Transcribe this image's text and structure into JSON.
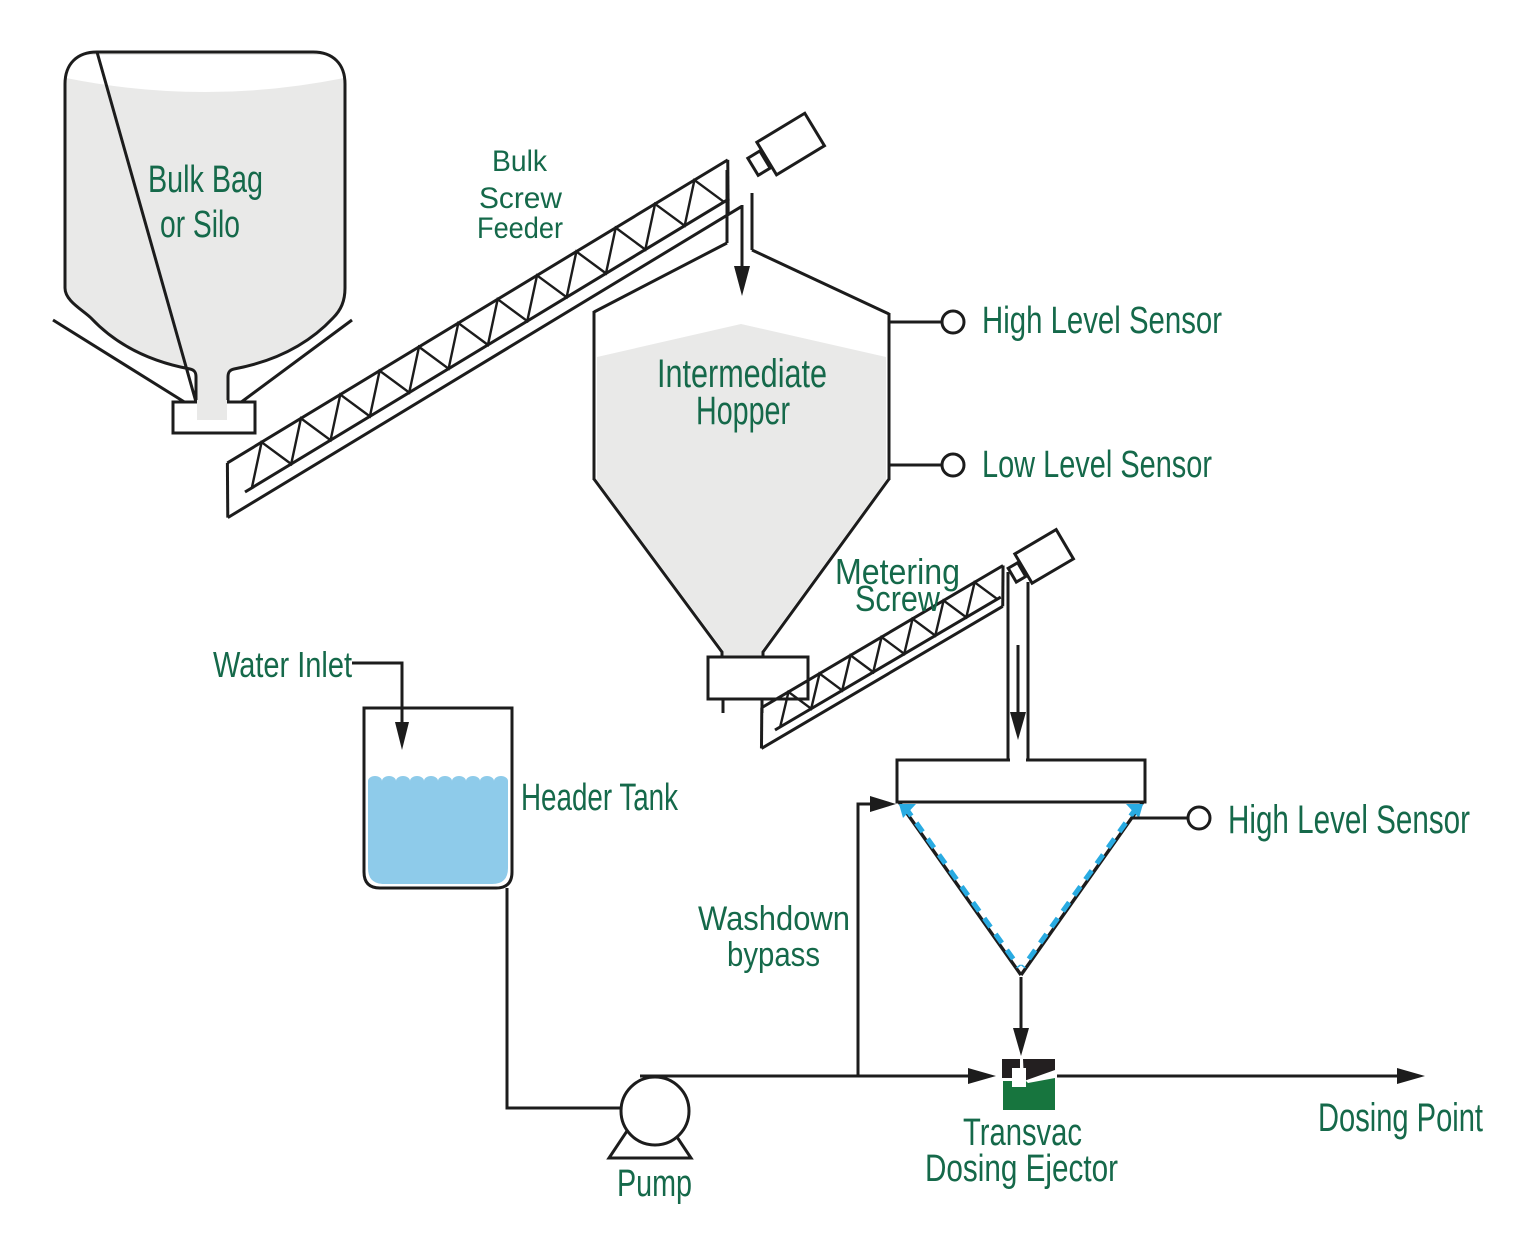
{
  "title": "Powder dosing system process diagram",
  "colors": {
    "background": "#ffffff",
    "ink": "#1c1c1c",
    "label_green": "#15694a",
    "fill_gray": "#e9e9e8",
    "water_blue": "#8ecbea",
    "dash_blue": "#29abe2",
    "ejector_green": "#17753e",
    "ejector_black": "#231f20"
  },
  "labels": {
    "bulk_bag": [
      "Bulk Bag",
      "or Silo"
    ],
    "bulk_screw_feeder": [
      "Bulk",
      "Screw",
      "Feeder"
    ],
    "intermediate_hopper": [
      "Intermediate",
      "Hopper"
    ],
    "hopper_high_sensor": "High Level Sensor",
    "hopper_low_sensor": "Low Level Sensor",
    "metering_screw": [
      "Metering",
      "Screw"
    ],
    "water_inlet": "Water Inlet",
    "header_tank": "Header Tank",
    "washdown_bypass": [
      "Washdown",
      "bypass"
    ],
    "cone_high_sensor": "High Level Sensor",
    "pump": "Pump",
    "dosing_ejector": [
      "Transvac",
      "Dosing Ejector"
    ],
    "dosing_point": "Dosing Point"
  }
}
